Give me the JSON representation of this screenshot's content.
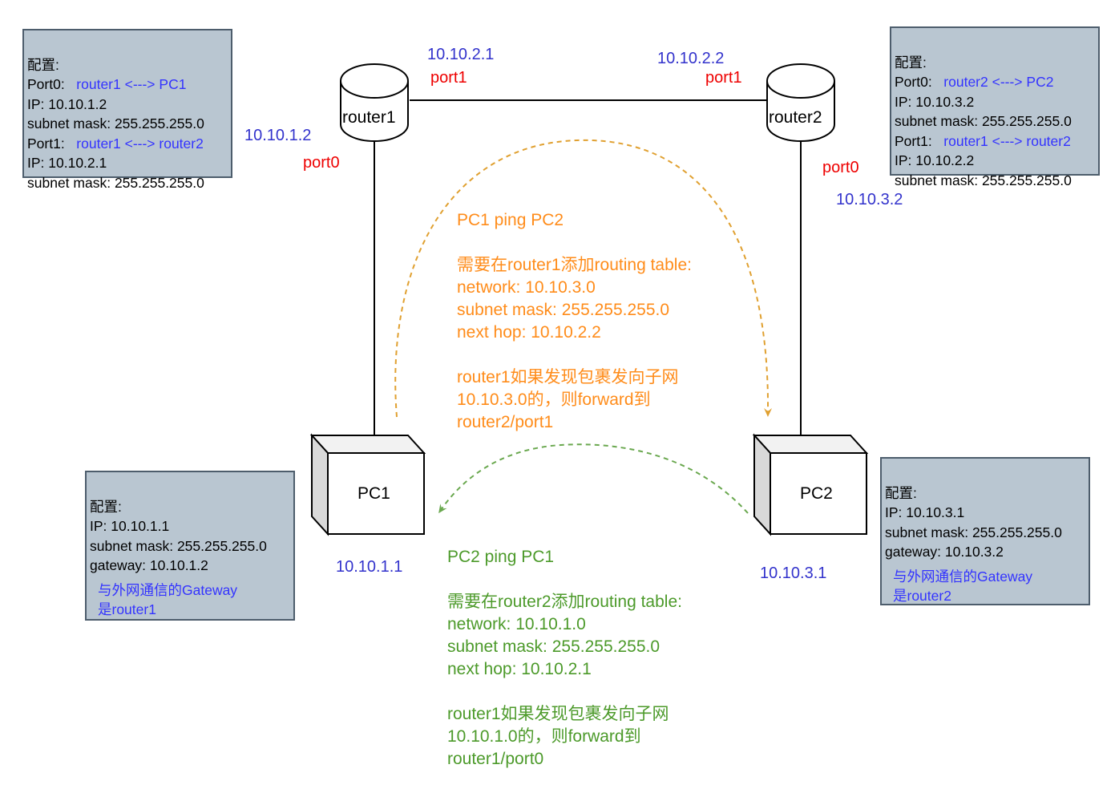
{
  "router1": {
    "name": "router1",
    "port0_label": "port0",
    "port1_label": "port1",
    "port0_ip": "10.10.1.2",
    "port1_ip": "10.10.2.1",
    "config": {
      "title": "配置:",
      "port0_key": "Port0:",
      "port0_desc": "router1 <---> PC1",
      "port0_ip": "IP: 10.10.1.2",
      "port0_mask": "subnet mask: 255.255.255.0",
      "port1_key": "Port1:",
      "port1_desc": "router1 <---> router2",
      "port1_ip": "IP: 10.10.2.1",
      "port1_mask": "subnet mask: 255.255.255.0"
    }
  },
  "router2": {
    "name": "router2",
    "port0_label": "port0",
    "port1_label": "port1",
    "port0_ip": "10.10.3.2",
    "port1_ip": "10.10.2.2",
    "config": {
      "title": "配置:",
      "port0_key": "Port0:",
      "port0_desc": "router2 <---> PC2",
      "port0_ip": "IP: 10.10.3.2",
      "port0_mask": "subnet mask: 255.255.255.0",
      "port1_key": "Port1:",
      "port1_desc": "router1 <---> router2",
      "port1_ip": "IP: 10.10.2.2",
      "port1_mask": "subnet mask: 255.255.255.0"
    }
  },
  "pc1": {
    "name": "PC1",
    "ip": "10.10.1.1",
    "config": {
      "title": "配置:",
      "ip": "IP: 10.10.1.1",
      "mask": "subnet mask: 255.255.255.0",
      "gateway": "gateway: 10.10.1.2",
      "note_line1": "与外网通信的Gateway",
      "note_line2": "是router1"
    }
  },
  "pc2": {
    "name": "PC2",
    "ip": "10.10.3.1",
    "config": {
      "title": "配置:",
      "ip": "IP: 10.10.3.1",
      "mask": "subnet mask: 255.255.255.0",
      "gateway": "gateway: 10.10.3.2",
      "note_line1": "与外网通信的Gateway",
      "note_line2": "是router2"
    }
  },
  "annotations": {
    "pc1_to_pc2": {
      "title": "PC1 ping PC2",
      "line1": "需要在router1添加routing table:",
      "line2": "network: 10.10.3.0",
      "line3": "subnet mask: 255.255.255.0",
      "line4": "next hop: 10.10.2.2",
      "line5": "router1如果发现包裹发向子网",
      "line6": "10.10.3.0的，则forward到",
      "line7": "router2/port1",
      "color": "#ff8c1a",
      "arrow_color": "#e0a030"
    },
    "pc2_to_pc1": {
      "title": "PC2 ping PC1",
      "line1": "需要在router2添加routing table:",
      "line2": "network: 10.10.1.0",
      "line3": "subnet mask: 255.255.255.0",
      "line4": "next hop: 10.10.2.1",
      "line5": "router1如果发现包裹发向子网",
      "line6": "10.10.1.0的，则forward到",
      "line7": "router1/port0",
      "color": "#4c9a2a",
      "arrow_color": "#6aa84f"
    }
  },
  "colors": {
    "config_box_fill": "#b9c6d1",
    "config_box_border": "#4d5d6c",
    "ip_text": "#3333cc",
    "port_text": "#ee0000"
  },
  "icons": {
    "router": "cylinder-router-icon",
    "pc": "cube-pc-icon"
  }
}
